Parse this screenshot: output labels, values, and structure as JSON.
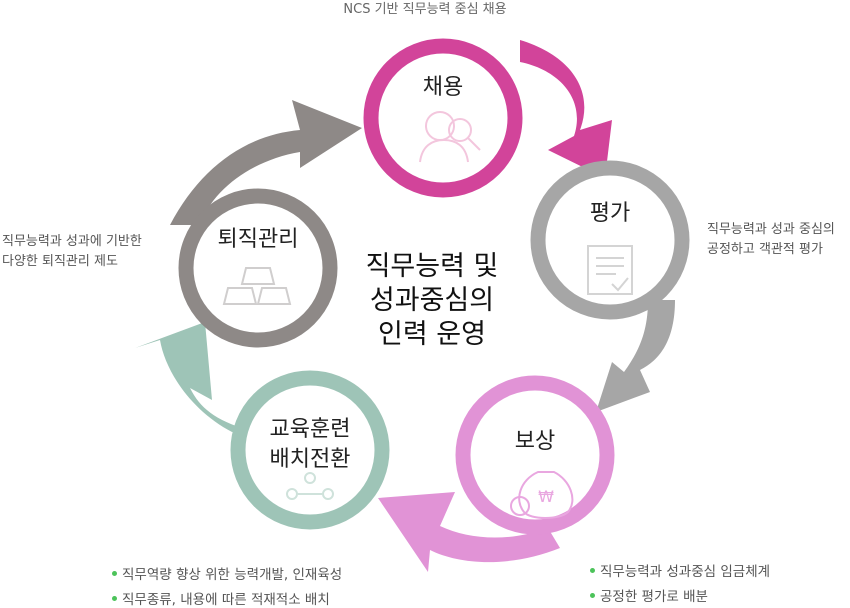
{
  "center": {
    "line1": "직무능력 및",
    "line2": "성과중심의",
    "line3": "인력 운영"
  },
  "nodes": {
    "recruit": {
      "title": "채용",
      "icon": "magnifier-person-icon",
      "color": "#d2449a",
      "icon_color": "#f3c6dd"
    },
    "evaluate": {
      "title": "평가",
      "icon": "clipboard-icon",
      "color": "#a6a6a6",
      "icon_color": "#d4d4d4"
    },
    "reward": {
      "title": "보상",
      "icon": "money-bag-icon",
      "color": "#e193d6",
      "icon_color": "#e9a7e0",
      "currency_symbol": "₩"
    },
    "training": {
      "title_line1": "교육훈련",
      "title_line2": "배치전환",
      "icon": "people-network-icon",
      "color": "#9ec4b7",
      "icon_color": "#cfe2db"
    },
    "retire": {
      "title": "퇴직관리",
      "icon": "gold-bars-icon",
      "color": "#8e8987",
      "icon_color": "#d0cece"
    }
  },
  "descriptions": {
    "top": "NCS 기반 직무능력 중심 채용",
    "right_line1": "직무능력과 성과 중심의",
    "right_line2": "공정하고 객관적 평가",
    "left_line1": "직무능력과 성과에 기반한",
    "left_line2": "다양한 퇴직관리 제도"
  },
  "bullets_bottom_left": [
    "직무역량 향상 위한 능력개발, 인재육성",
    "직무종류, 내용에 따른 적재적소 배치"
  ],
  "bullets_bottom_right": [
    "직무능력과 성과중심 임금체계",
    "공정한 평가로 배분"
  ],
  "bullet_color": "#4cc35a"
}
